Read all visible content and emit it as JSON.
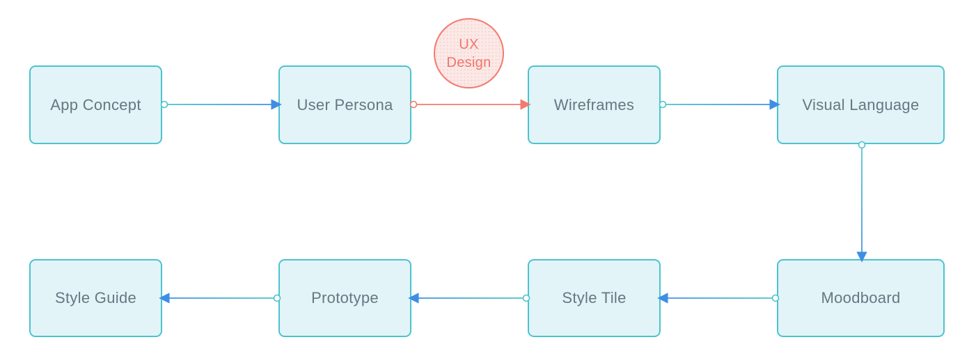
{
  "diagram": {
    "nodes": [
      {
        "id": "app-concept",
        "label": "App Concept",
        "shape": "rectangle"
      },
      {
        "id": "user-persona",
        "label": "User Persona",
        "shape": "rectangle"
      },
      {
        "id": "wireframes",
        "label": "Wireframes",
        "shape": "rectangle"
      },
      {
        "id": "visual-language",
        "label": "Visual Language",
        "shape": "rectangle"
      },
      {
        "id": "ux-design",
        "label": "UX Design",
        "shape": "circle"
      },
      {
        "id": "moodboard",
        "label": "Moodboard",
        "shape": "rectangle"
      },
      {
        "id": "style-tile",
        "label": "Style Tile",
        "shape": "rectangle"
      },
      {
        "id": "prototype",
        "label": "Prototype",
        "shape": "rectangle"
      },
      {
        "id": "style-guide",
        "label": "Style Guide",
        "shape": "rectangle"
      }
    ],
    "edges": [
      {
        "from": "app-concept",
        "to": "user-persona",
        "style": "teal-to-blue-arrow"
      },
      {
        "from": "user-persona",
        "to": "wireframes",
        "style": "red-arrow"
      },
      {
        "from": "wireframes",
        "to": "visual-language",
        "style": "teal-to-blue-arrow"
      },
      {
        "from": "visual-language",
        "to": "moodboard",
        "style": "teal-to-blue-arrow"
      },
      {
        "from": "moodboard",
        "to": "style-tile",
        "style": "teal-to-blue-arrow"
      },
      {
        "from": "style-tile",
        "to": "prototype",
        "style": "teal-to-blue-arrow"
      },
      {
        "from": "prototype",
        "to": "style-guide",
        "style": "teal-to-blue-arrow"
      }
    ],
    "colors": {
      "node_border": "#4CC3CE",
      "node_fill": "#E2F4F7",
      "node_text": "#697683",
      "edge_teal": "#4CC3CE",
      "edge_blue": "#3E8EE4",
      "accent_red": "#F4796F",
      "accent_red_fill": "#FBE9E7",
      "background": "#FFFFFF"
    }
  }
}
